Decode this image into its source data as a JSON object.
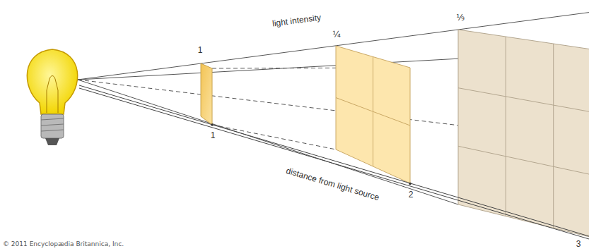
{
  "diagram": {
    "labels": [
      "light intensity",
      "1",
      "¼",
      "⅑",
      "1",
      "2",
      "3",
      "distance from light source",
      "© 2011 Encyclopædia Britannica, Inc."
    ]
  }
}
